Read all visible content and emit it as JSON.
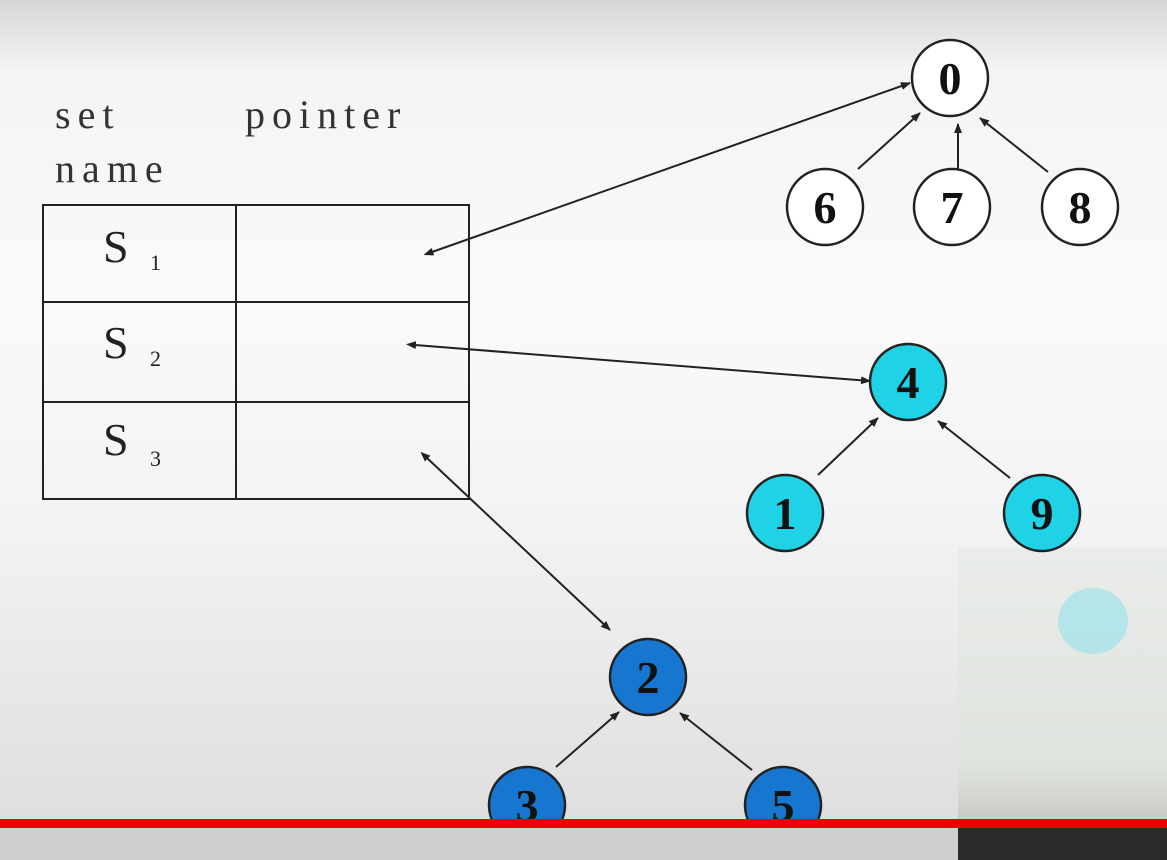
{
  "table": {
    "header_col1_line1": "set",
    "header_col1_line2": "name",
    "header_col2": "pointer",
    "rows": [
      {
        "set": "S",
        "sub": "1"
      },
      {
        "set": "S",
        "sub": "2"
      },
      {
        "set": "S",
        "sub": "3"
      }
    ]
  },
  "trees": {
    "s1": {
      "root": "0",
      "children": [
        "6",
        "7",
        "8"
      ],
      "fill": "#ffffff"
    },
    "s2": {
      "root": "4",
      "children": [
        "1",
        "9"
      ],
      "fill": "#1fd2e6"
    },
    "s3": {
      "root": "2",
      "children": [
        "3",
        "5"
      ],
      "fill": "#1777d0"
    }
  },
  "colors": {
    "progress_bar": "#ee0000",
    "cyan_node": "#1fd2e6",
    "blue_node": "#1777d0"
  }
}
